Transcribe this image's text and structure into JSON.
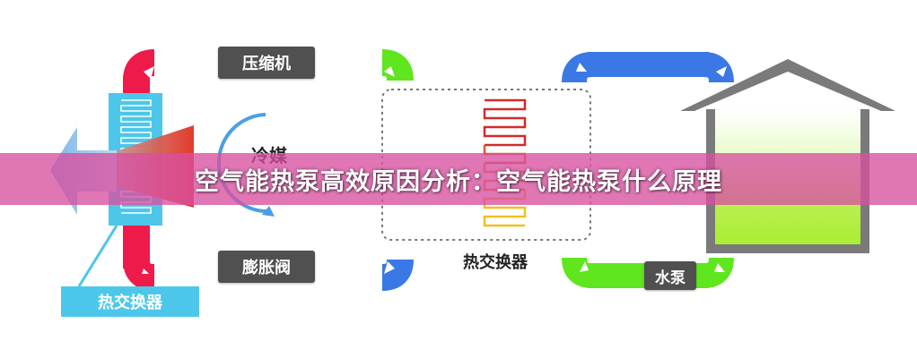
{
  "banner": {
    "title": "空气能热泵高效原因分析：空气能热泵什么原理"
  },
  "labels": {
    "compressor": "压缩机",
    "expansion_valve": "膨胀阀",
    "refrigerant": "冷媒",
    "heat_exchanger_center": "热交换器",
    "water_pump": "水泵",
    "heat_exchanger_left": "热交换器"
  },
  "colors": {
    "loop_red": "#ee1b4a",
    "loop_green": "#5fe61e",
    "loop_blue": "#3a8fe6",
    "exchanger_blue": "#4cc7ea",
    "fan_red": "#e0321f",
    "label_dark": "#505050",
    "house_gray": "#7a7a7a",
    "house_green": "#a8ee30",
    "coil_red": "#d42a2a",
    "coil_yellow": "#f0c020",
    "banner_pink": "#d950a0"
  },
  "icons": {
    "arrows": "arrow-icon",
    "house": "house-icon",
    "fan": "fan-icon",
    "coil": "coil-icon"
  }
}
